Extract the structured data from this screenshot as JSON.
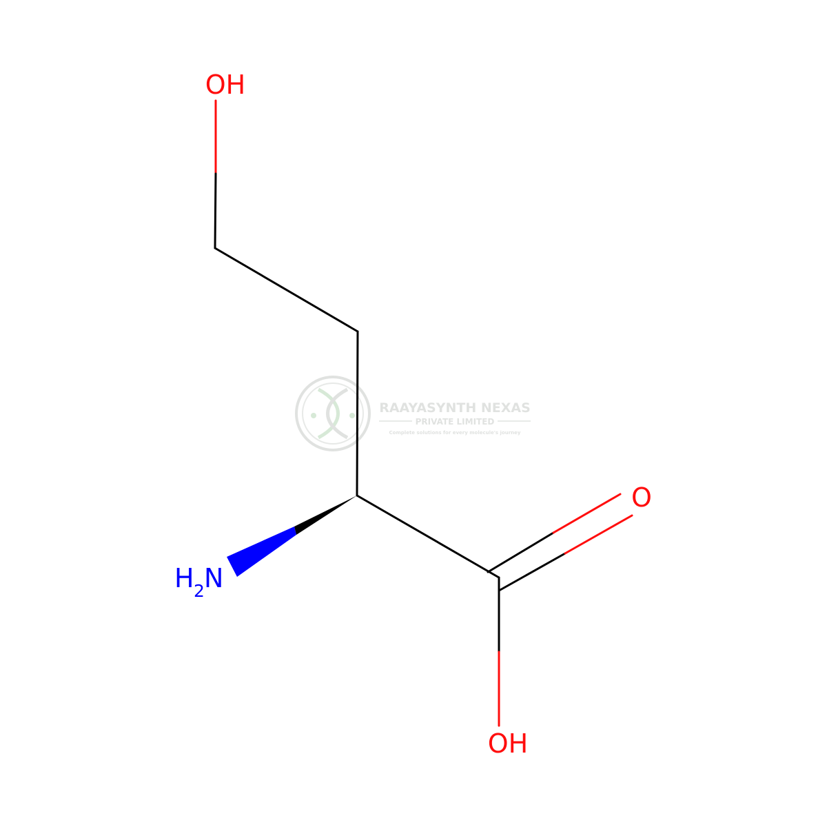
{
  "molecule": {
    "atoms": {
      "hydroxyl_top": "OH",
      "carbonyl_o": "O",
      "carboxyl_oh": "OH",
      "amine_h": "H",
      "amine_sub": "2",
      "amine_n": "N"
    },
    "colors": {
      "bond": "#000000",
      "oxygen": "#ff0d0d",
      "nitrogen": "#0000ff"
    }
  },
  "watermark": {
    "name": "RAAYASYNTH NEXAS",
    "subtitle": "PRIVATE LIMITED",
    "tagline": "Complete solutions for every molecule's journey",
    "color": "#c8cbc8"
  }
}
